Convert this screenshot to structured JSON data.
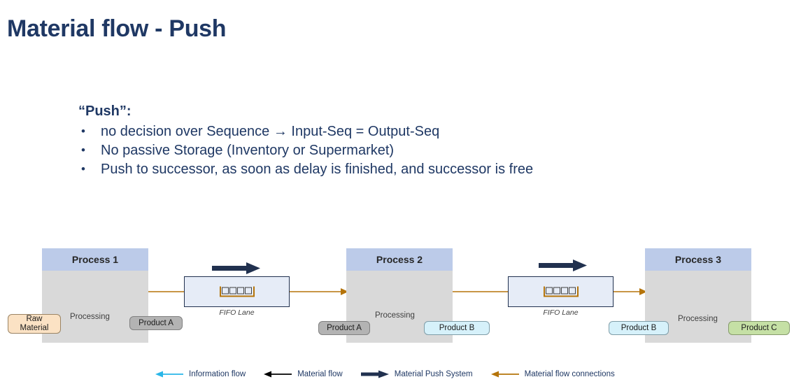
{
  "slide": {
    "title": "Material flow - Push",
    "title_color": "#1f3864",
    "background": "#ffffff"
  },
  "content": {
    "heading": "“Push”:",
    "bullets": [
      "no decision over Sequence → Input-Seq = Output-Seq",
      "No passive Storage (Inventory or Supermarket)",
      "Push to successor, as soon as delay is finished, and successor is free"
    ]
  },
  "diagram": {
    "processes": [
      {
        "title": "Process 1",
        "operation_label": "Processing",
        "input": {
          "label": "Raw\nMaterial",
          "line1": "Raw",
          "line2": "Material",
          "color": "#fbe2c4"
        },
        "output": {
          "label": "Product A",
          "color": "#b3b3b3"
        }
      },
      {
        "title": "Process 2",
        "operation_label": "Processing",
        "input": {
          "label": "Product A",
          "color": "#b3b3b3"
        },
        "output": {
          "label": "Product B",
          "color": "#d6f1fa"
        }
      },
      {
        "title": "Process 3",
        "operation_label": "Processing",
        "input": {
          "label": "Product B",
          "color": "#d6f1fa"
        },
        "output": {
          "label": "Product C",
          "color": "#c5e0a5"
        }
      }
    ],
    "fifo_lanes": [
      {
        "label": "FIFO Lane",
        "slots": 4
      },
      {
        "label": "FIFO Lane",
        "slots": 4
      }
    ],
    "header_color": "#bccbe9",
    "body_color": "#d9d9d9",
    "connection_color": "#b5740a",
    "push_arrow_color": "#21314f"
  },
  "legend": {
    "items": [
      {
        "label": "Information flow",
        "color": "#29b6e8",
        "direction": "left",
        "style": "thin"
      },
      {
        "label": "Material flow",
        "color": "#000000",
        "direction": "left",
        "style": "thin"
      },
      {
        "label": "Material Push System",
        "color": "#21314f",
        "direction": "right",
        "style": "thick"
      },
      {
        "label": "Material flow connections",
        "color": "#b5740a",
        "direction": "left",
        "style": "thin"
      }
    ]
  }
}
